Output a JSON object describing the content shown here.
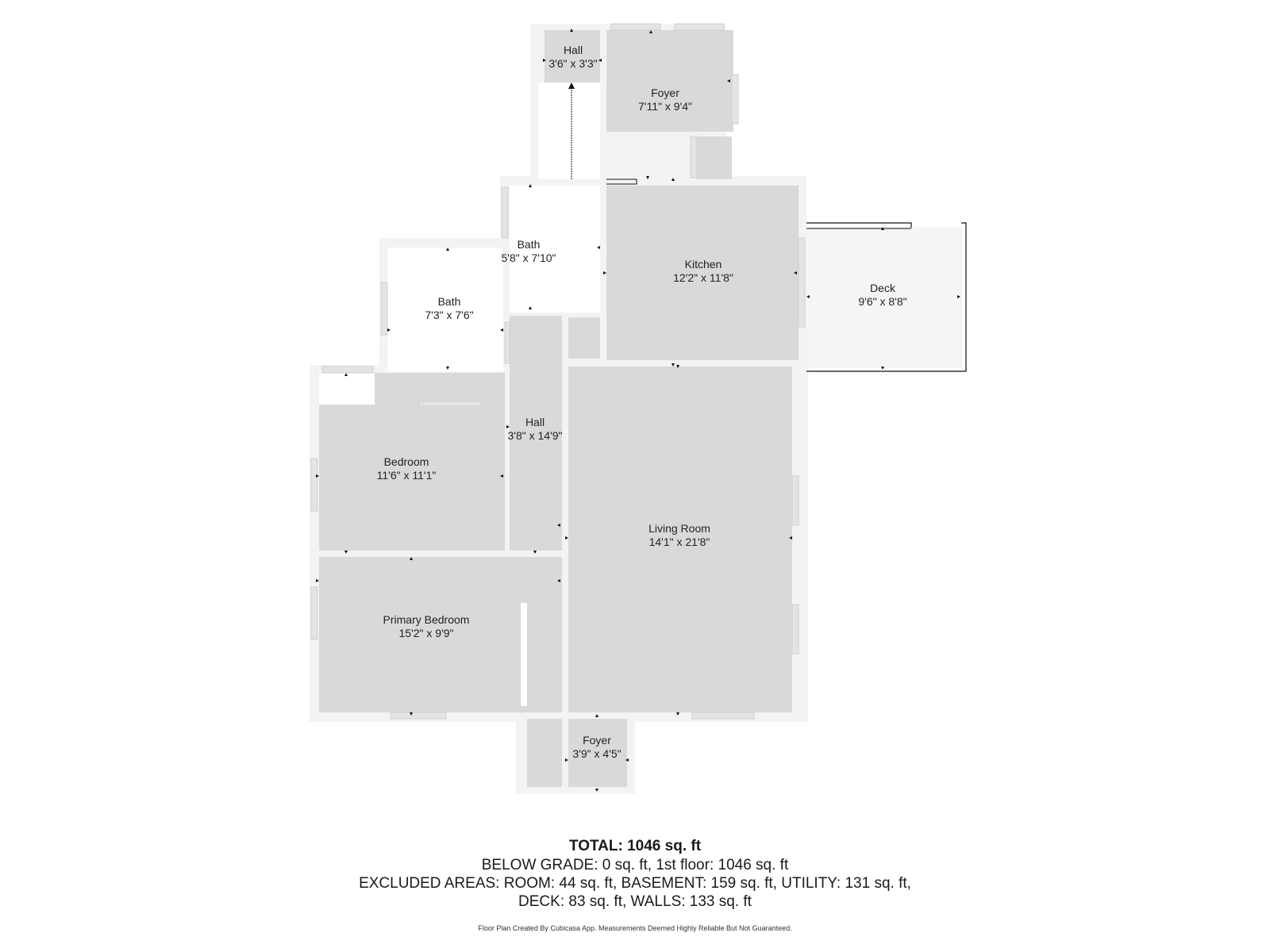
{
  "colors": {
    "room_fill": "#d9d8da",
    "white_room_fill": "#ffffff",
    "deck_fill": "#f5f5f5",
    "wall": "#f3f3f3",
    "window": "#e9e9ea",
    "line": "#111111"
  },
  "rooms": [
    {
      "name": "Hall",
      "size": "3'6\" x 3'3\""
    },
    {
      "name": "Foyer",
      "size": "7'11\" x 9'4\""
    },
    {
      "name": "Bath",
      "size": "5'8\" x 7'10\""
    },
    {
      "name": "Kitchen",
      "size": "12'2\" x 11'8\""
    },
    {
      "name": "Deck",
      "size": "9'6\" x 8'8\""
    },
    {
      "name": "Bath",
      "size": "7'3\" x 7'6\""
    },
    {
      "name": "Hall",
      "size": "3'8\" x 14'9\""
    },
    {
      "name": "Bedroom",
      "size": "11'6\" x 11'1\""
    },
    {
      "name": "Living Room",
      "size": "14'1\" x 21'8\""
    },
    {
      "name": "Primary Bedroom",
      "size": "15'2\" x 9'9\""
    },
    {
      "name": "Foyer",
      "size": "3'9\" x 4'5\""
    }
  ],
  "summary": {
    "total": "TOTAL: 1046 sq. ft",
    "line1": "BELOW GRADE: 0 sq. ft, 1st floor: 1046 sq. ft",
    "line2": "EXCLUDED AREAS: ROOM: 44 sq. ft, BASEMENT: 159 sq. ft, UTILITY: 131 sq. ft,",
    "line3": "DECK: 83 sq. ft, WALLS: 133 sq. ft"
  },
  "disclaimer": "Floor Plan Created By Cubicasa App. Measurements Deemed Highly Reliable But Not Guaranteed."
}
